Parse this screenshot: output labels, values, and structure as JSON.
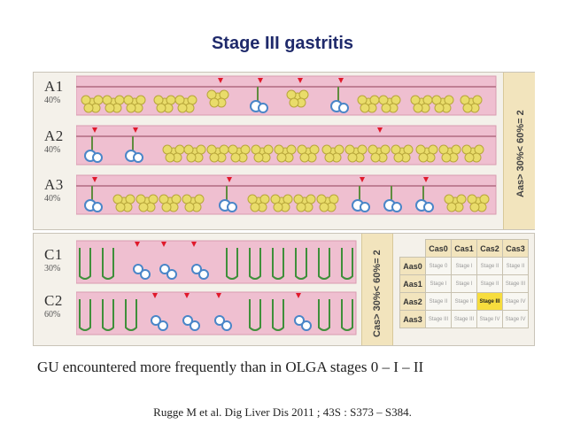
{
  "title": "Stage III gastritis",
  "antrum_rows": [
    {
      "label": "A1",
      "percent": "40%"
    },
    {
      "label": "A2",
      "percent": "40%"
    },
    {
      "label": "A3",
      "percent": "40%"
    }
  ],
  "antrum_sidebar": "Aas> 30%< 60%= 2",
  "corpus_rows": [
    {
      "label": "C1",
      "percent": "30%"
    },
    {
      "label": "C2",
      "percent": "60%"
    }
  ],
  "corpus_sidebar": "Cas> 30%< 60%= 2",
  "stage_table": {
    "columns": [
      "Cas0",
      "Cas1",
      "Cas2",
      "Cas3"
    ],
    "rows": [
      {
        "label": "Aas0",
        "cells": [
          "Stage 0",
          "Stage I",
          "Stage II",
          "Stage II"
        ]
      },
      {
        "label": "Aas1",
        "cells": [
          "Stage I",
          "Stage I",
          "Stage II",
          "Stage III"
        ]
      },
      {
        "label": "Aas2",
        "cells": [
          "Stage II",
          "Stage II",
          "Stage III",
          "Stage IV"
        ]
      },
      {
        "label": "Aas3",
        "cells": [
          "Stage III",
          "Stage III",
          "Stage IV",
          "Stage IV"
        ]
      }
    ],
    "highlight": "Stage III",
    "highlight_color": "#f7dd3e"
  },
  "caption": "GU encountered more frequently than in OLGA stages 0 – I – II",
  "reference": "Rugge M et al. Dig Liver Dis 2011 ; 43S : S373 – S384.",
  "colors": {
    "title": "#1f2a6b",
    "mucosa": "#efbfd0",
    "gland": "#e9dc6a",
    "marker": "#e0192b",
    "metaplasia": "#4a86c8"
  }
}
